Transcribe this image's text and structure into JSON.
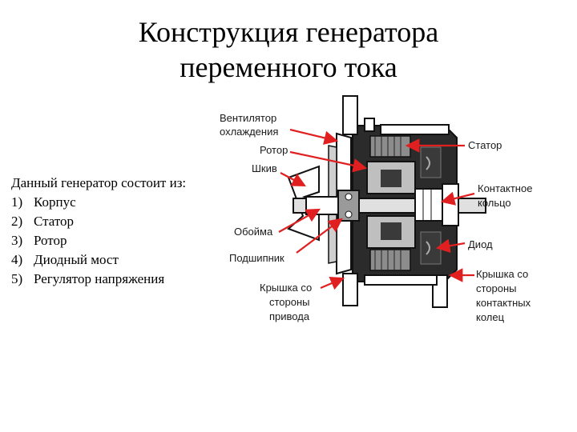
{
  "title": {
    "line1": "Конструкция генератора",
    "line2": "переменного тока"
  },
  "description": {
    "intro": "Данный генератор состоит из:",
    "items": [
      {
        "num": "1)",
        "text": "Корпус"
      },
      {
        "num": "2)",
        "text": "Статор"
      },
      {
        "num": "3)",
        "text": "Ротор"
      },
      {
        "num": "4)",
        "text": "Диодный мост"
      },
      {
        "num": "5)",
        "text": "Регулятор напряжения"
      }
    ]
  },
  "diagram": {
    "labels": {
      "fan1": "Вентилятор",
      "fan2": "охлаждения",
      "rotor": "Ротор",
      "pulley": "Шкив",
      "cage": "Обойма",
      "bearing": "Подшипник",
      "drive_cover1": "Крышка со",
      "drive_cover2": "стороны",
      "drive_cover3": "привода",
      "stator": "Статор",
      "ring1": "Контактное",
      "ring2": "кольцо",
      "diode": "Диод",
      "ring_cover1": "Крышка со",
      "ring_cover2": "стороны",
      "ring_cover3": "контактных",
      "ring_cover4": "колец"
    },
    "colors": {
      "arrow": "#e02020",
      "body": "#2b2b2b",
      "metal": "#bfbfbf"
    }
  }
}
